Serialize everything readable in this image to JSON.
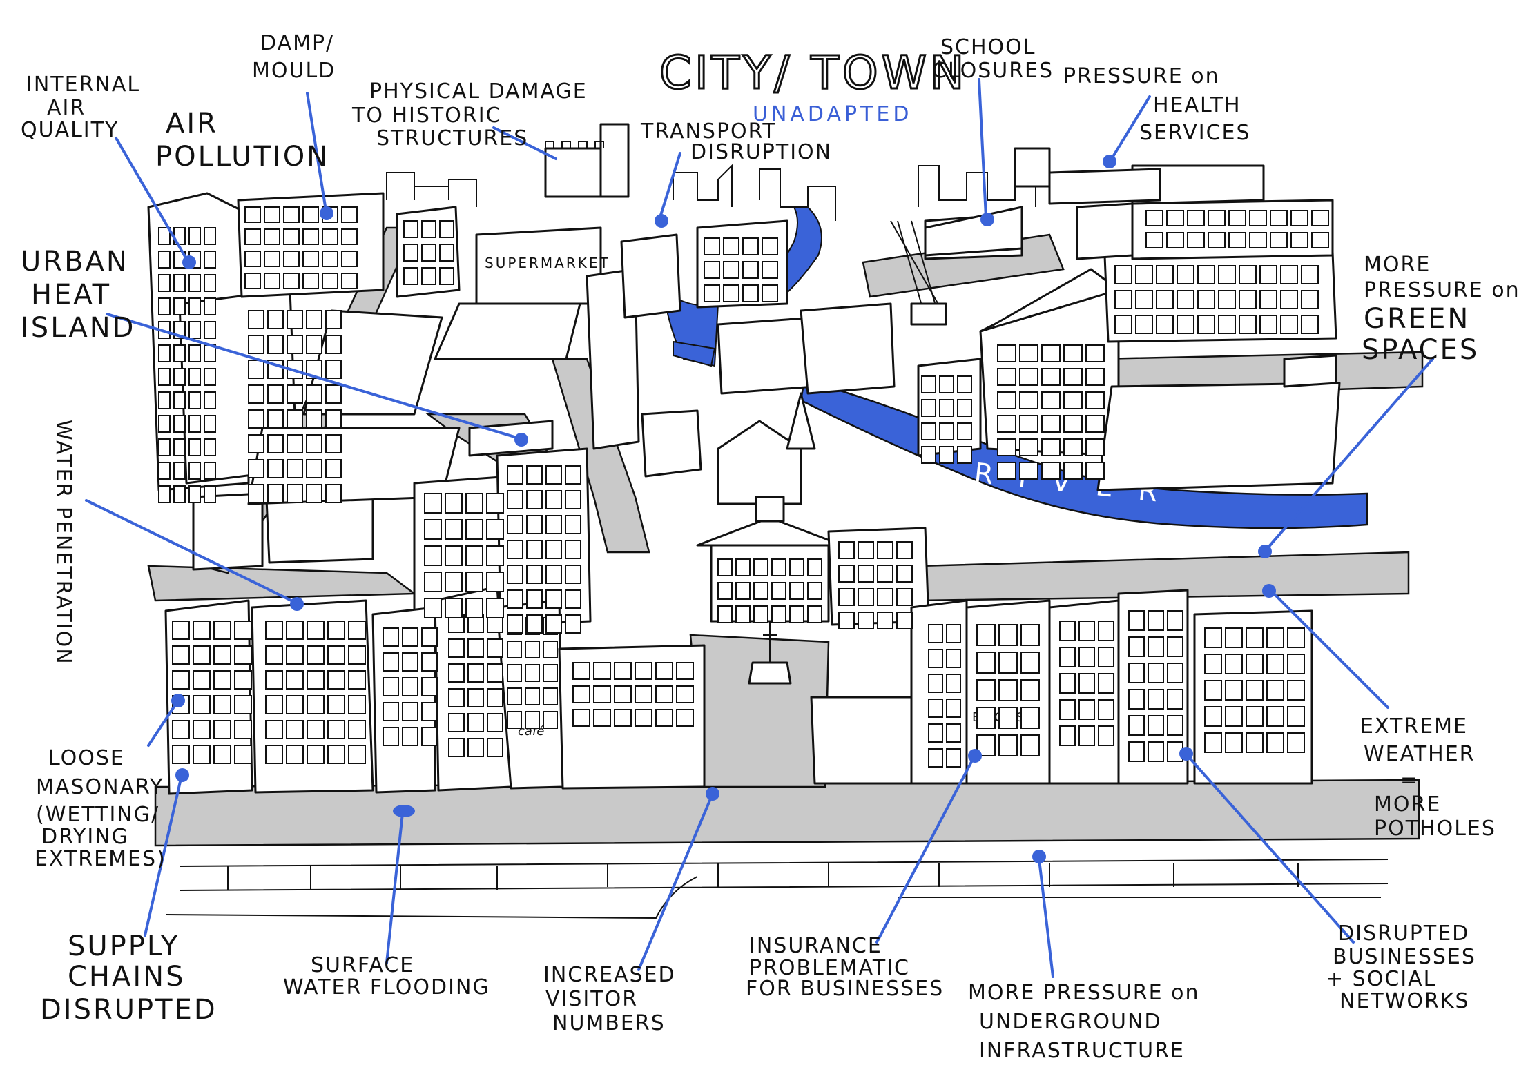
{
  "title": {
    "main": "CITY/ TOWN",
    "sub": "UNADAPTED"
  },
  "map_labels": {
    "river": "R I V E R",
    "supermarket": "SUPERMARKET",
    "books": "BOOKS",
    "cafe": "café"
  },
  "annotations": [
    {
      "id": "internal-air-quality",
      "lines": [
        "INTERNAL",
        "AIR",
        "QUALITY"
      ]
    },
    {
      "id": "air-pollution",
      "lines": [
        "AIR",
        "POLLUTION"
      ]
    },
    {
      "id": "damp-mould",
      "lines": [
        "DAMP/",
        "MOULD"
      ]
    },
    {
      "id": "physical-damage",
      "lines": [
        "PHYSICAL DAMAGE",
        "TO HISTORIC",
        "STRUCTURES"
      ]
    },
    {
      "id": "transport-disruption",
      "lines": [
        "TRANSPORT",
        "DISRUPTION"
      ]
    },
    {
      "id": "school-closures",
      "lines": [
        "SCHOOL",
        "CLOSURES"
      ]
    },
    {
      "id": "pressure-health",
      "lines": [
        "PRESSURE on",
        "HEALTH",
        "SERVICES"
      ]
    },
    {
      "id": "urban-heat-island",
      "lines": [
        "URBAN",
        "HEAT",
        "ISLAND"
      ]
    },
    {
      "id": "more-pressure-green",
      "lines": [
        "MORE",
        "PRESSURE on",
        "GREEN",
        "SPACES"
      ]
    },
    {
      "id": "water-penetration",
      "lines": [
        "WATER PENETRATION"
      ]
    },
    {
      "id": "loose-masonary",
      "lines": [
        "LOOSE",
        "MASONARY",
        "(WETTING/",
        "DRYING",
        "EXTREMES)"
      ]
    },
    {
      "id": "extreme-weather",
      "lines": [
        "EXTREME",
        "WEATHER",
        "=",
        "MORE",
        "POTHOLES"
      ]
    },
    {
      "id": "supply-chains",
      "lines": [
        "SUPPLY",
        "CHAINS",
        "DISRUPTED"
      ]
    },
    {
      "id": "surface-water",
      "lines": [
        "SURFACE",
        "WATER FLOODING"
      ]
    },
    {
      "id": "increased-visitor",
      "lines": [
        "INCREASED",
        "VISITOR",
        "NUMBERS"
      ]
    },
    {
      "id": "insurance",
      "lines": [
        "INSURANCE",
        "PROBLEMATIC",
        "FOR BUSINESSES"
      ]
    },
    {
      "id": "underground",
      "lines": [
        "MORE PRESSURE on",
        "UNDERGROUND",
        "INFRASTRUCTURE"
      ]
    },
    {
      "id": "disrupted-businesses",
      "lines": [
        "DISRUPTED",
        "BUSINESSES",
        "+ SOCIAL",
        "NETWORKS"
      ]
    }
  ],
  "colors": {
    "accent": "#3a63d8",
    "ink": "#111111",
    "road": "#c9c9c9"
  }
}
